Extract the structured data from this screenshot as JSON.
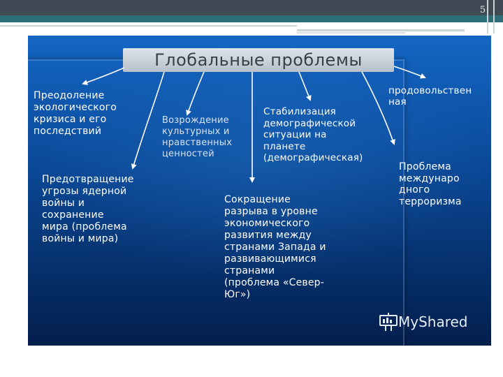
{
  "slide": {
    "number": "5"
  },
  "diagram": {
    "title": "Глобальные проблемы",
    "nodes": {
      "ecology": "Преодоление\nэкологического\nкризиса и его\nпоследствий",
      "culture": "Возрождение\nкультурных и\nнравственных\nценностей",
      "demography": "Стабилизация\nдемографической\nситуации на\nпланете\n(демографическая)",
      "food": "продовольствен\nная",
      "nuclear": "Предотвращение\nугрозы ядерной\nвойны и\nсохранение\nмира (проблема\nвойны и мира)",
      "gap": "Сокращение\nразрыва в уровне\nэкономического\nразвития между\nстранами Запада и\nразвивающимися\nстранами\n(проблема «Север-\nЮг»)",
      "terrorism": "Проблема\nмеждунаро\nдного\nтерроризма"
    }
  },
  "watermark": {
    "text": "MyShared",
    "icon": "presentation-board-icon"
  },
  "colors": {
    "title_plate": "#c8cfd7",
    "background_top": "#1466c4",
    "background_bottom": "#041f4d",
    "text": "#ffffff"
  }
}
